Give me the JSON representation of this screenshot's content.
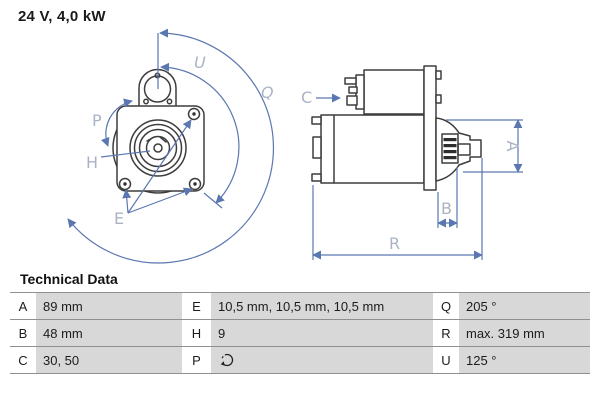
{
  "header": {
    "title": "24 V, 4,0 kW"
  },
  "diagram": {
    "front_view": {
      "labels": {
        "U": "U",
        "Q": "Q",
        "P": "P",
        "H": "H",
        "E": "E"
      }
    },
    "side_view": {
      "labels": {
        "C": "C",
        "A": "A",
        "B": "B",
        "R": "R"
      }
    },
    "colors": {
      "outline": "#3d3d3d",
      "dimension": "#5b77b1",
      "label": "#aab3c5"
    }
  },
  "table": {
    "title": "Technical Data",
    "rows": [
      {
        "cells": [
          {
            "key": "A",
            "value": "89 mm"
          },
          {
            "key": "E",
            "value": "10,5 mm, 10,5 mm, 10,5 mm"
          },
          {
            "key": "Q",
            "value": "205 °"
          }
        ]
      },
      {
        "cells": [
          {
            "key": "B",
            "value": "48 mm"
          },
          {
            "key": "H",
            "value": "9"
          },
          {
            "key": "R",
            "value": "max. 319 mm"
          }
        ]
      },
      {
        "cells": [
          {
            "key": "C",
            "value": "30, 50"
          },
          {
            "key": "P",
            "value": "",
            "icon": "rotation-direction"
          },
          {
            "key": "U",
            "value": "125 °"
          }
        ]
      }
    ]
  }
}
